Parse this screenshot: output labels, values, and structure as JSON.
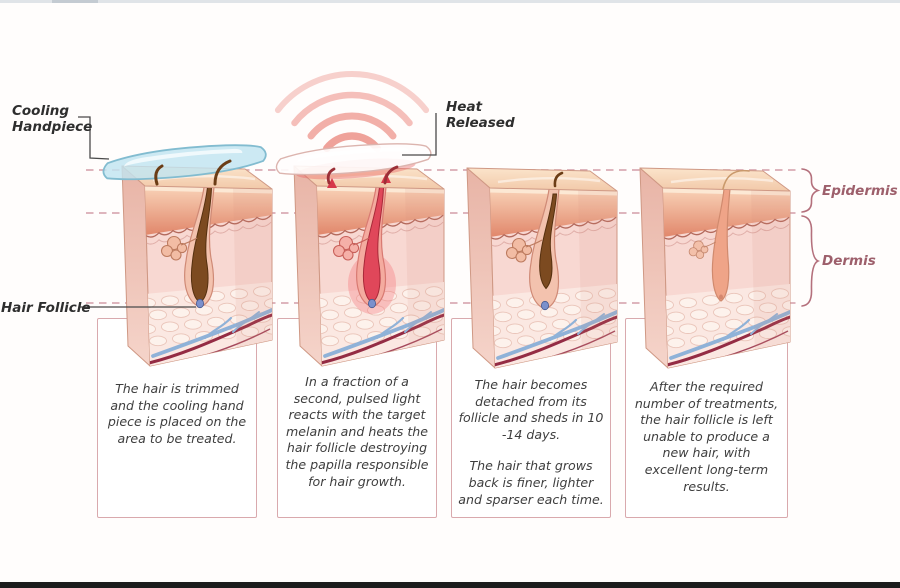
{
  "figure": {
    "type": "laser-hair-removal-process-diagram",
    "stage_count": 4
  },
  "annotations": {
    "cooling_handpiece": {
      "line1": "Cooling",
      "line2": "Handpiece"
    },
    "heat_released": {
      "line1": "Heat",
      "line2": "Released"
    },
    "hair_follicle": "Hair Follicle",
    "epidermis": "Epidermis",
    "dermis": "Dermis"
  },
  "stages": [
    {
      "name": "stage-1-cooling",
      "follicle_color": "#7c4a20",
      "paragraphs": [
        "The hair is trimmed and the cooling hand piece is placed on the area to be treated."
      ]
    },
    {
      "name": "stage-2-pulsed-light",
      "follicle_color": "#e0475a",
      "paragraphs": [
        "In a fraction of a second, pulsed light reacts with the target melanin and heats the hair follicle destroying the papilla responsible for hair growth."
      ]
    },
    {
      "name": "stage-3-shedding",
      "follicle_color": "#7c4a20",
      "paragraphs": [
        "The hair becomes detached from its follicle and sheds in 10 -14 days.",
        "The hair that grows back is finer, lighter and sparser each time."
      ]
    },
    {
      "name": "stage-4-result",
      "follicle_color": "#efa488",
      "paragraphs": [
        "After the required number of treatments, the hair follicle is left unable to produce a new hair, with excellent long-term results."
      ]
    }
  ],
  "colors": {
    "dashed_line": "#d9abb4",
    "box_border": "#d9a9ad",
    "body_text": "#3e3e3e",
    "annotation_text": "#2e2e2e",
    "layer_label": "#9d5f6b",
    "brace": "#b4707c",
    "leader_line": "#4a4a4a",
    "skin_top": "#f6d6ba",
    "skin_front": "#f8d8d2",
    "epidermis_band": "#e1876b",
    "subcutis": "#fbe8e2",
    "vessel_blue": "#8fb2d8",
    "vessel_red": "#942c44",
    "cooling_device": "#c1e4f0",
    "heat_wave": "#ec8d84",
    "heat_glow": "#e96363",
    "bottom_bar": "#1c1c1c"
  }
}
